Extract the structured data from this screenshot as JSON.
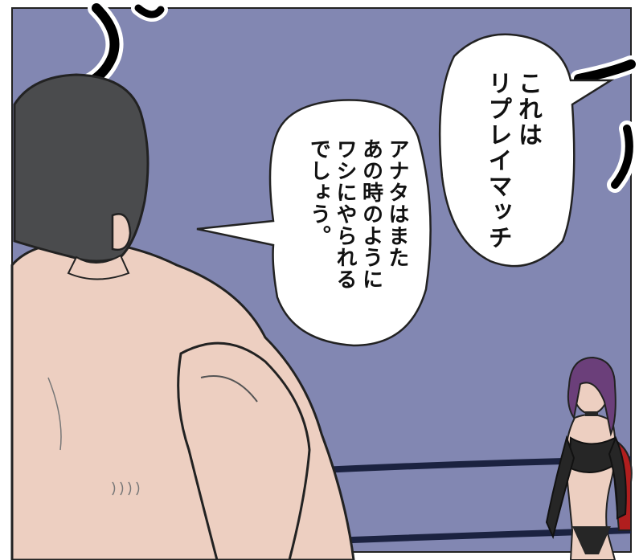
{
  "speech_right": {
    "lines": [
      "これは",
      "リプレイマッチ"
    ]
  },
  "speech_center": {
    "lines": [
      "アナタはまた",
      "あの時のように",
      "ワシにやられる",
      "でしょう。"
    ]
  },
  "colors": {
    "background": "#8287b2",
    "skin": "#edcfc1",
    "hair_man": "#4a4b4d",
    "hair_woman": "#6b3f7a",
    "rope": "#1b2240",
    "outfit": "#262626",
    "cape": "#b01e1e"
  }
}
